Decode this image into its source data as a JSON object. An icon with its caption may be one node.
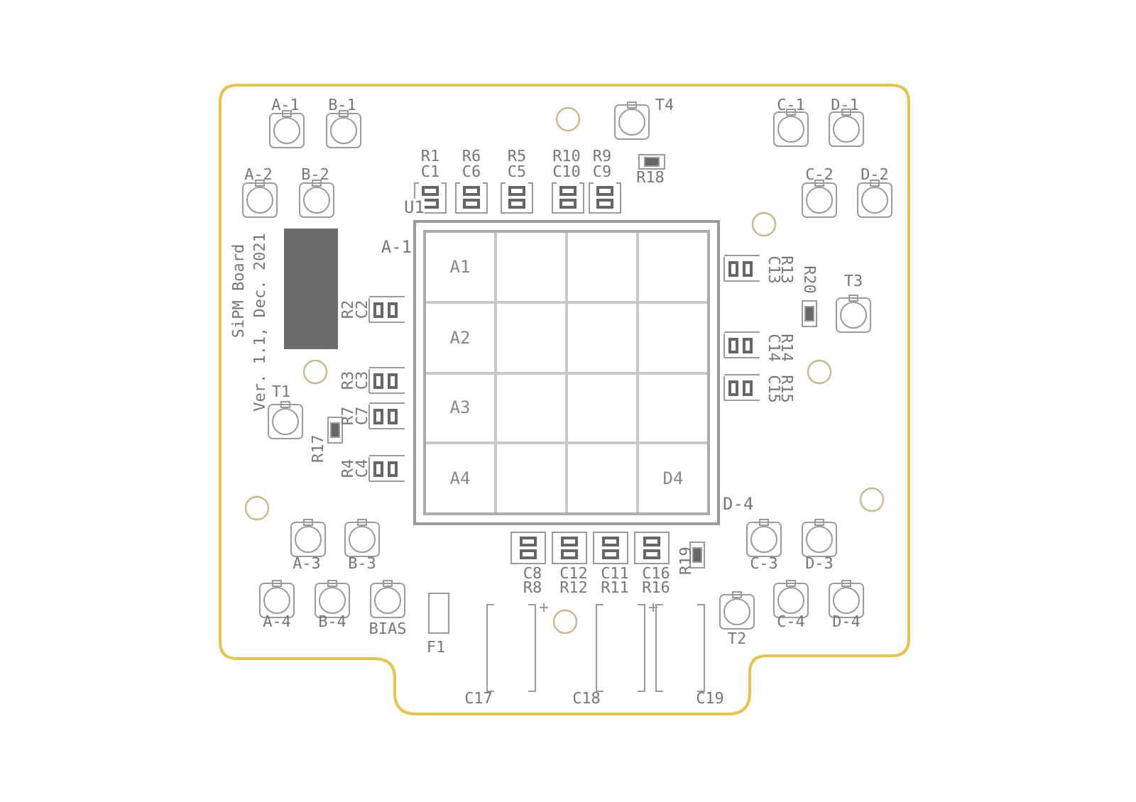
{
  "diagram": {
    "nodes": [
      {
        "text": [
          "U1"
        ],
        "beside": [
          "A-1",
          "D-4"
        ]
      },
      {
        "text": [
          "A1"
        ],
        "in": 0
      },
      {
        "text": [],
        "shape": "box",
        "in": 0
      },
      {
        "text": [],
        "shape": "box",
        "in": 0
      },
      {
        "text": [],
        "shape": "box",
        "in": 0
      },
      {
        "text": [
          "A2"
        ],
        "in": 0
      },
      {
        "text": [],
        "shape": "box",
        "in": 0
      },
      {
        "text": [],
        "shape": "box",
        "in": 0
      },
      {
        "text": [],
        "shape": "box",
        "in": 0
      },
      {
        "text": [
          "A3"
        ],
        "in": 0
      },
      {
        "text": [],
        "shape": "box",
        "in": 0
      },
      {
        "text": [],
        "shape": "box",
        "in": 0
      },
      {
        "text": [],
        "shape": "box",
        "in": 0
      },
      {
        "text": [
          "A4"
        ],
        "in": 0
      },
      {
        "text": [],
        "shape": "box",
        "in": 0
      },
      {
        "text": [],
        "shape": "box",
        "in": 0
      },
      {
        "text": [
          "D4"
        ],
        "in": 0
      }
    ],
    "edges": [],
    "labels": [
      "A-1",
      "B-1",
      "T4",
      "C-1",
      "D-1",
      "R1",
      "R6",
      "R5",
      "R10",
      "R9",
      "A-2",
      "B-2",
      "C1",
      "C6",
      "C5",
      "C10",
      "C9",
      "R18",
      "C-2",
      "D-2",
      "SiPM Board",
      "Ver. 1.1, Dec. 2021",
      "R2",
      "C2",
      "T1",
      "R3",
      "C3",
      "R7",
      "C7",
      "R17",
      "R4",
      "C4",
      "C13",
      "R13",
      "R20",
      "T3",
      "C14",
      "R14",
      "C15",
      "R15",
      "A-3",
      "B-3",
      "C-3",
      "D-3",
      "C8",
      "C12",
      "C11",
      "C16",
      "R8",
      "R12",
      "R11",
      "R16",
      "R19",
      "A-4",
      "B-4",
      "BIAS",
      "C-4",
      "D-4",
      "F1",
      "T2",
      "C17",
      "C18",
      "C19"
    ]
  }
}
